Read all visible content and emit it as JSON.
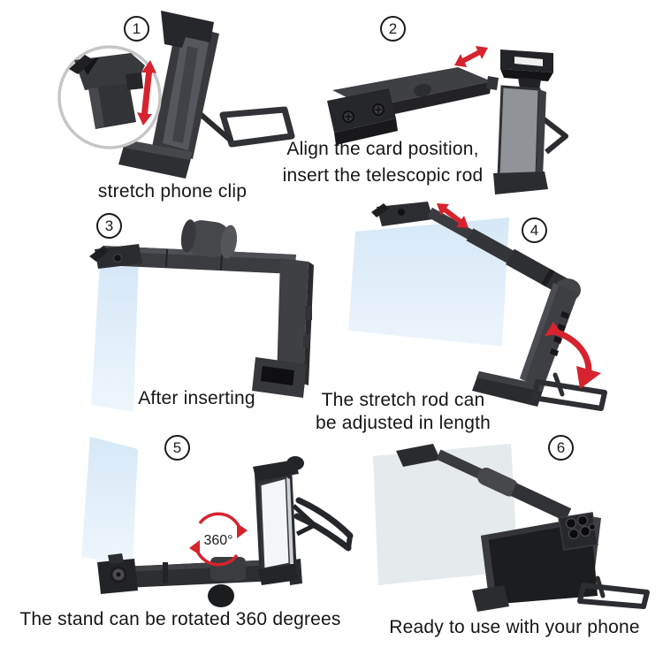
{
  "sheet": {
    "type": "product-instruction-diagram",
    "background": "#ffffff"
  },
  "colors": {
    "arrow_red": "#d6232e",
    "visor_panel_blue": "#d9e9f7",
    "visor_panel_gray": "#e4e9ec",
    "product_dark": "#2c2d30",
    "product_mid": "#45464a",
    "product_gray_plate": "#909397",
    "text": "#161616"
  },
  "icons": {
    "rotation_label": "360°"
  },
  "steps": [
    {
      "number": "1",
      "caption": "stretch phone clip"
    },
    {
      "number": "2",
      "caption_line1": "Align the card position,",
      "caption_line2": "insert the telescopic rod"
    },
    {
      "number": "3",
      "caption": "After inserting"
    },
    {
      "number": "4",
      "caption_line1": "The stretch rod can",
      "caption_line2": "be adjusted in length"
    },
    {
      "number": "5",
      "caption": "The stand can be rotated 360 degrees"
    },
    {
      "number": "6",
      "caption": "Ready to use with your phone"
    }
  ]
}
